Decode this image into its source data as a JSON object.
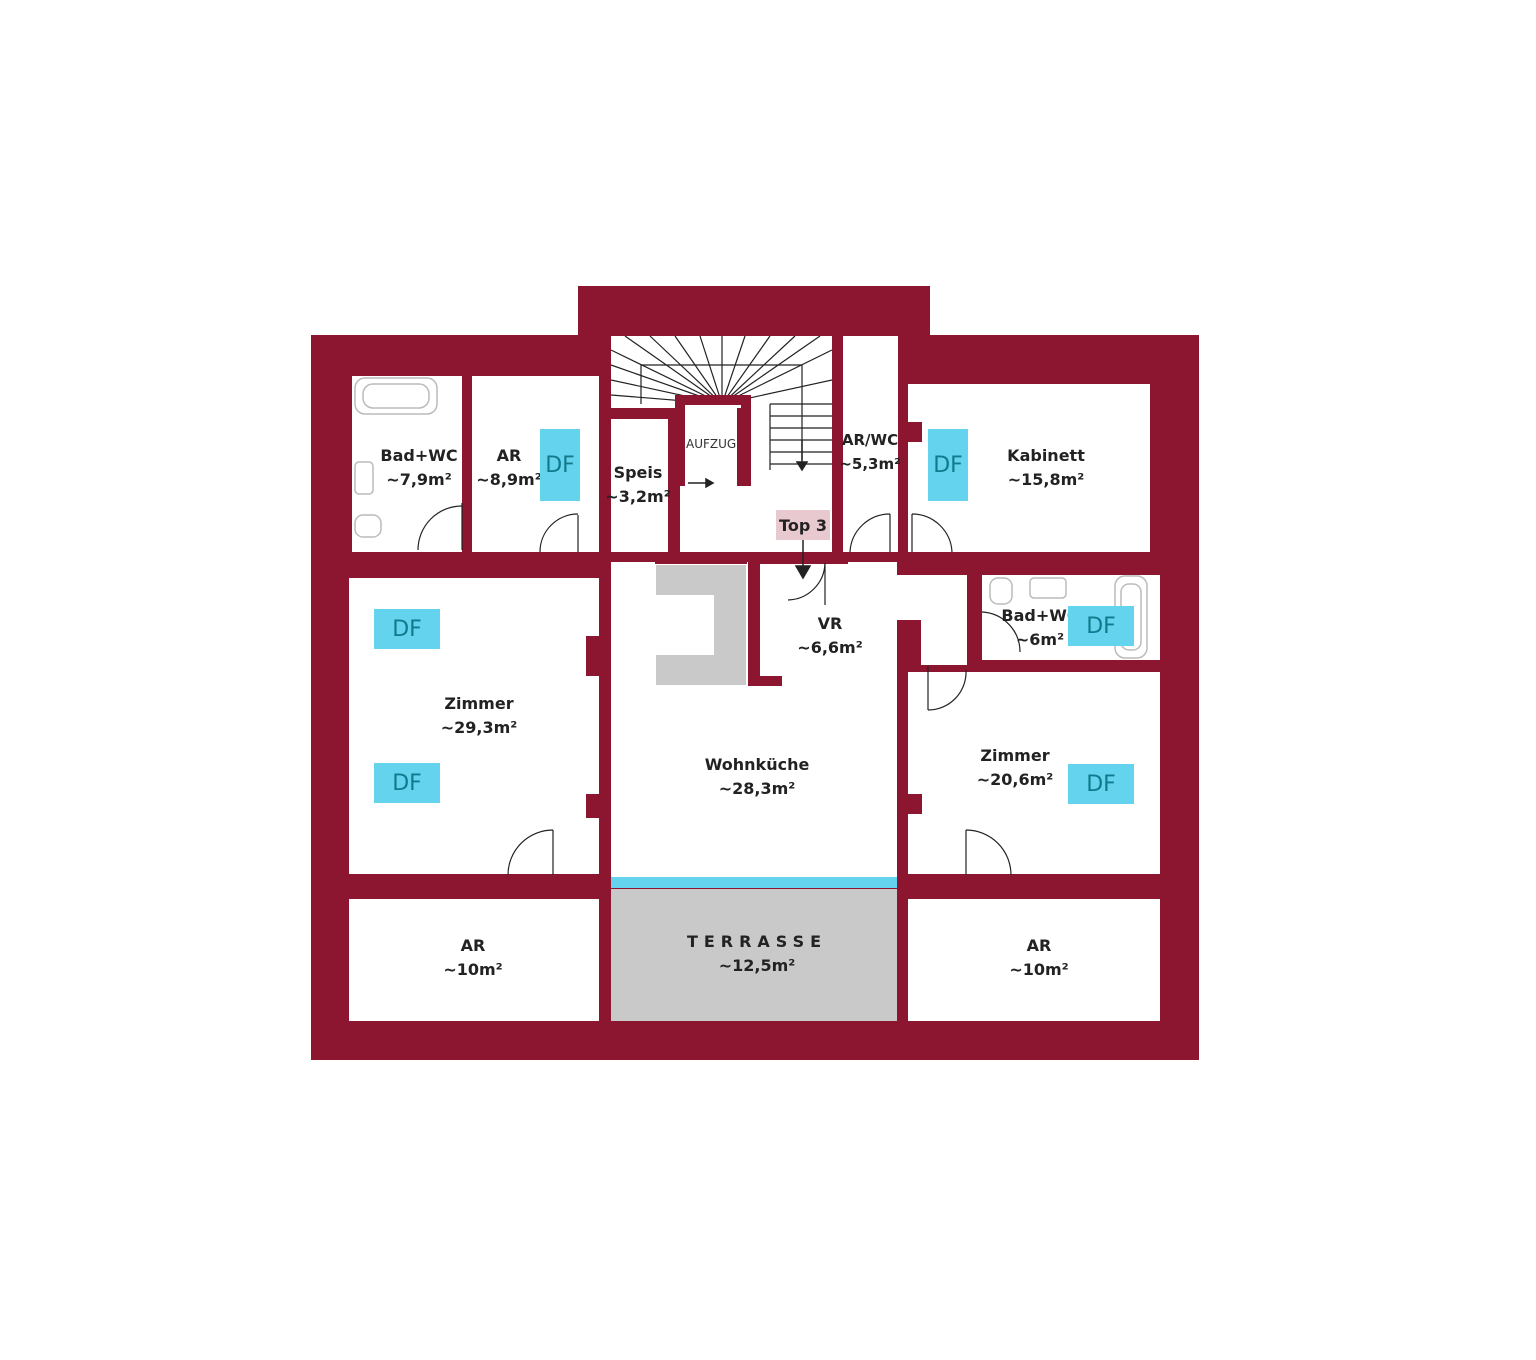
{
  "colors": {
    "wall": "#8c1630",
    "df": "#63d3ee",
    "terrace": "#c9c9c9",
    "top3": "#e8c9d0"
  },
  "rooms": {
    "bad_wc_1": {
      "name": "Bad+WC",
      "area": "~7,9m²"
    },
    "ar_1": {
      "name": "AR",
      "area": "~8,9m²"
    },
    "speis": {
      "name": "Speis",
      "area": "~3,2m²"
    },
    "ar_wc": {
      "name": "AR/WC",
      "area": "~5,3m²"
    },
    "kabinett": {
      "name": "Kabinett",
      "area": "~15,8m²"
    },
    "bad_wc_2": {
      "name": "Bad+WC",
      "area": "~6m²"
    },
    "vr": {
      "name": "VR",
      "area": "~6,6m²"
    },
    "zimmer_1": {
      "name": "Zimmer",
      "area": "~29,3m²"
    },
    "wohnkueche": {
      "name": "Wohnküche",
      "area": "~28,3m²"
    },
    "zimmer_2": {
      "name": "Zimmer",
      "area": "~20,6m²"
    },
    "ar_2": {
      "name": "AR",
      "area": "~10m²"
    },
    "terrasse": {
      "name": "TERRASSE",
      "area": "~12,5m²"
    },
    "ar_3": {
      "name": "AR",
      "area": "~10m²"
    }
  },
  "aufzug": "AUFZUG",
  "entrance": "Top 3",
  "df_label": "DF"
}
